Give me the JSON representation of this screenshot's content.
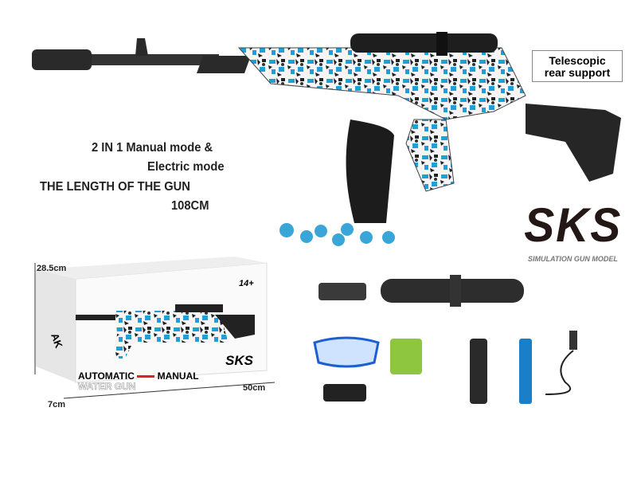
{
  "features": {
    "line1": "2 IN 1 Manual mode &",
    "line2": "Electric mode",
    "line3": "THE LENGTH OF THE GUN",
    "line4": "108CM"
  },
  "callout": {
    "line1": "Telescopic",
    "line2": "rear support"
  },
  "model": {
    "name": "SKS",
    "subtitle": "SIMULATION GUN MODEL"
  },
  "box": {
    "height": "28.5cm",
    "width": "50cm",
    "depth": "7cm",
    "age": "14+",
    "side_label": "AK",
    "model": "SKS",
    "title_left": "AUTOMATIC",
    "title_right": "MANUAL",
    "subtitle": "WATER GUN"
  },
  "colors": {
    "camo_blue": "#1e9fd6",
    "gun_black": "#222222",
    "gel_ball": "#3aa6d8",
    "battery": "#1a7fc9",
    "gel_pack": "#8ec63f"
  },
  "accessories": [
    "muzzle-brake",
    "scope",
    "goggles",
    "gel-ball-pack",
    "silencer",
    "battery",
    "usb-charger",
    "sling-strap"
  ]
}
